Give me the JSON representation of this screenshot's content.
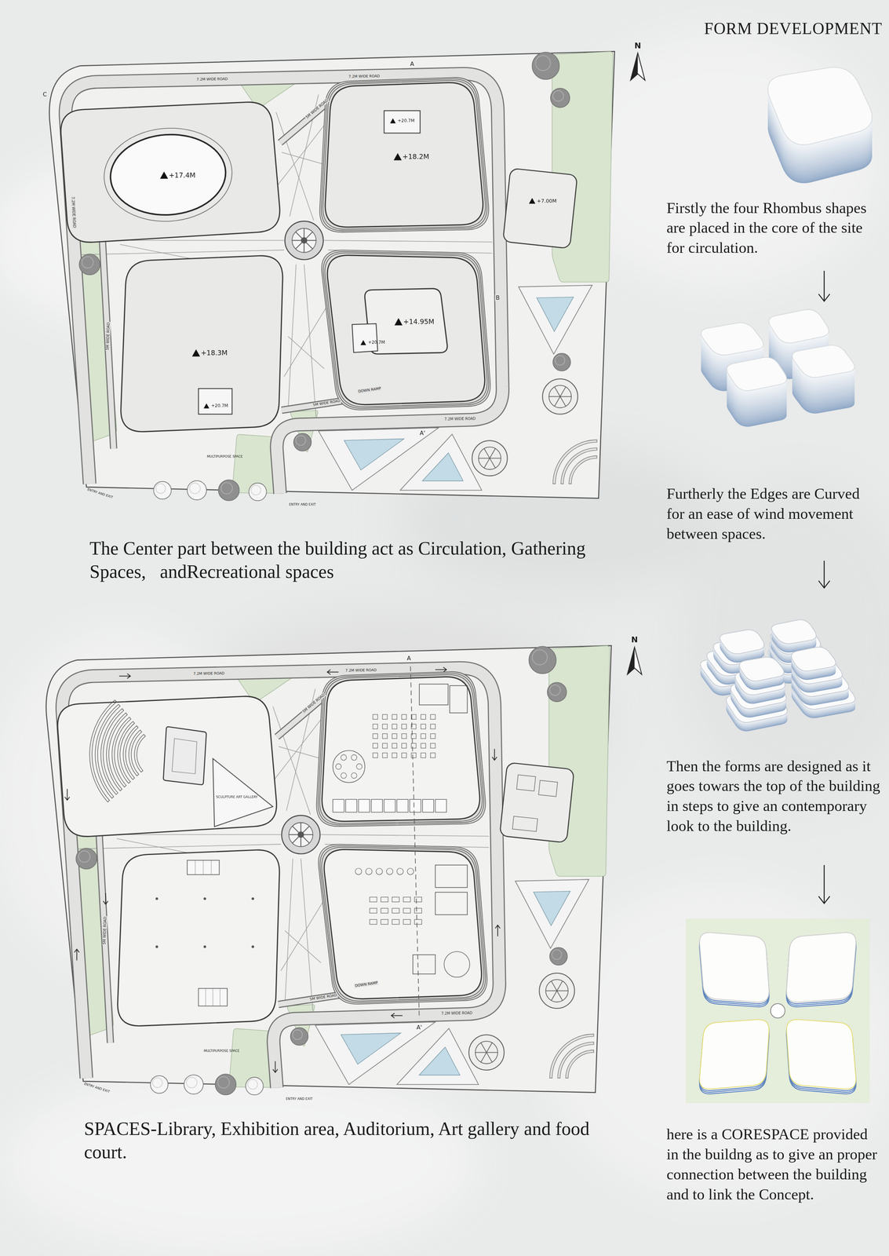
{
  "diagram": {
    "title": "FORM DEVELOPMENT",
    "labels": [
      "N",
      "7.2M WIDE ROAD",
      "7.2M WIDE ROAD",
      "5M WIDE ROAD",
      "+17.4M",
      "+20.7M",
      "+18.2M",
      "+7.00M",
      "7.2M WIDE ROAD",
      "+14.95M",
      "+20.7M",
      "+18.3M",
      "5M WIDE ROAD",
      "+20.7M",
      "DOWN RAMP",
      "5M WIDE ROAD",
      "7.2M WIDE ROAD",
      "A",
      "A'",
      "B",
      "C",
      "MULTIPURPOSE SPACE",
      "ENTRY AND EXIT",
      "ENTRY AND EXIT",
      "The Center part between the building act as Circulation, Gathering Spaces,   andRecreational spaces",
      "N",
      "7.2M WIDE ROAD",
      "7.2M WIDE ROAD",
      "5M WIDE ROAD",
      "A",
      "SCULPTURE ART GALLERY",
      "5M WIDE ROAD",
      "DOWN RAMP",
      "5M WIDE ROAD",
      "7.2M WIDE ROAD",
      "A'",
      "MULTIPURPOSE SPACE",
      "ENTRY AND EXIT",
      "ENTRY AND EXIT",
      "SPACES-Library, Exhibition area, Auditorium, Art gallery and food court.",
      "Firstly the four Rhombus shapes are placed in the core of the site for circulation.",
      "Furtherly the Edges are Curved for an ease of wind movement between spaces.",
      "Then the forms are designed as it goes towars the top of the building in steps to give an contemporary look to the building.",
      "here is a CORESPACE provided in the buildng as to give an proper connection between the building and to link the Concept."
    ]
  }
}
